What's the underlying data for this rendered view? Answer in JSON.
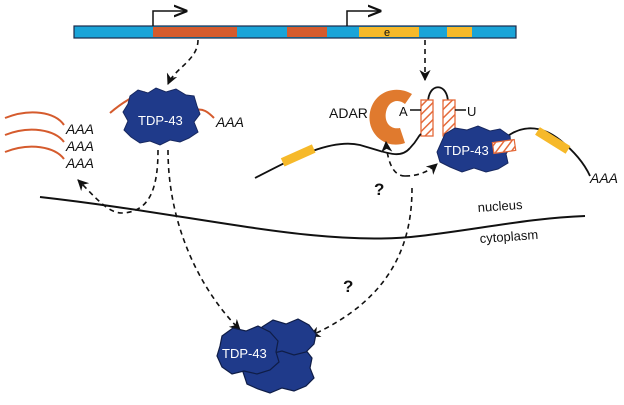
{
  "gene_labels": {
    "exon_e": "e"
  },
  "protein_labels": {
    "tdp43_left": "TDP-43",
    "tdp43_right": "TDP-43",
    "tdp43_aggregate": "TDP-43",
    "adar": "ADAR"
  },
  "rna_labels": {
    "polya": "AAA",
    "base_a": "A",
    "base_u": "U"
  },
  "compartments": {
    "nucleus": "nucleus",
    "cytoplasm": "cytoplasm"
  },
  "markers": {
    "question": "?"
  },
  "colors": {
    "dna_blue": "#1aa4d8",
    "dna_orange": "#d55b2d",
    "exon_yellow": "#f6b92a",
    "protein_navy": "#1f3a8a",
    "adar_orange": "#e07a2e",
    "hairpin_orange": "#e46a3a"
  }
}
